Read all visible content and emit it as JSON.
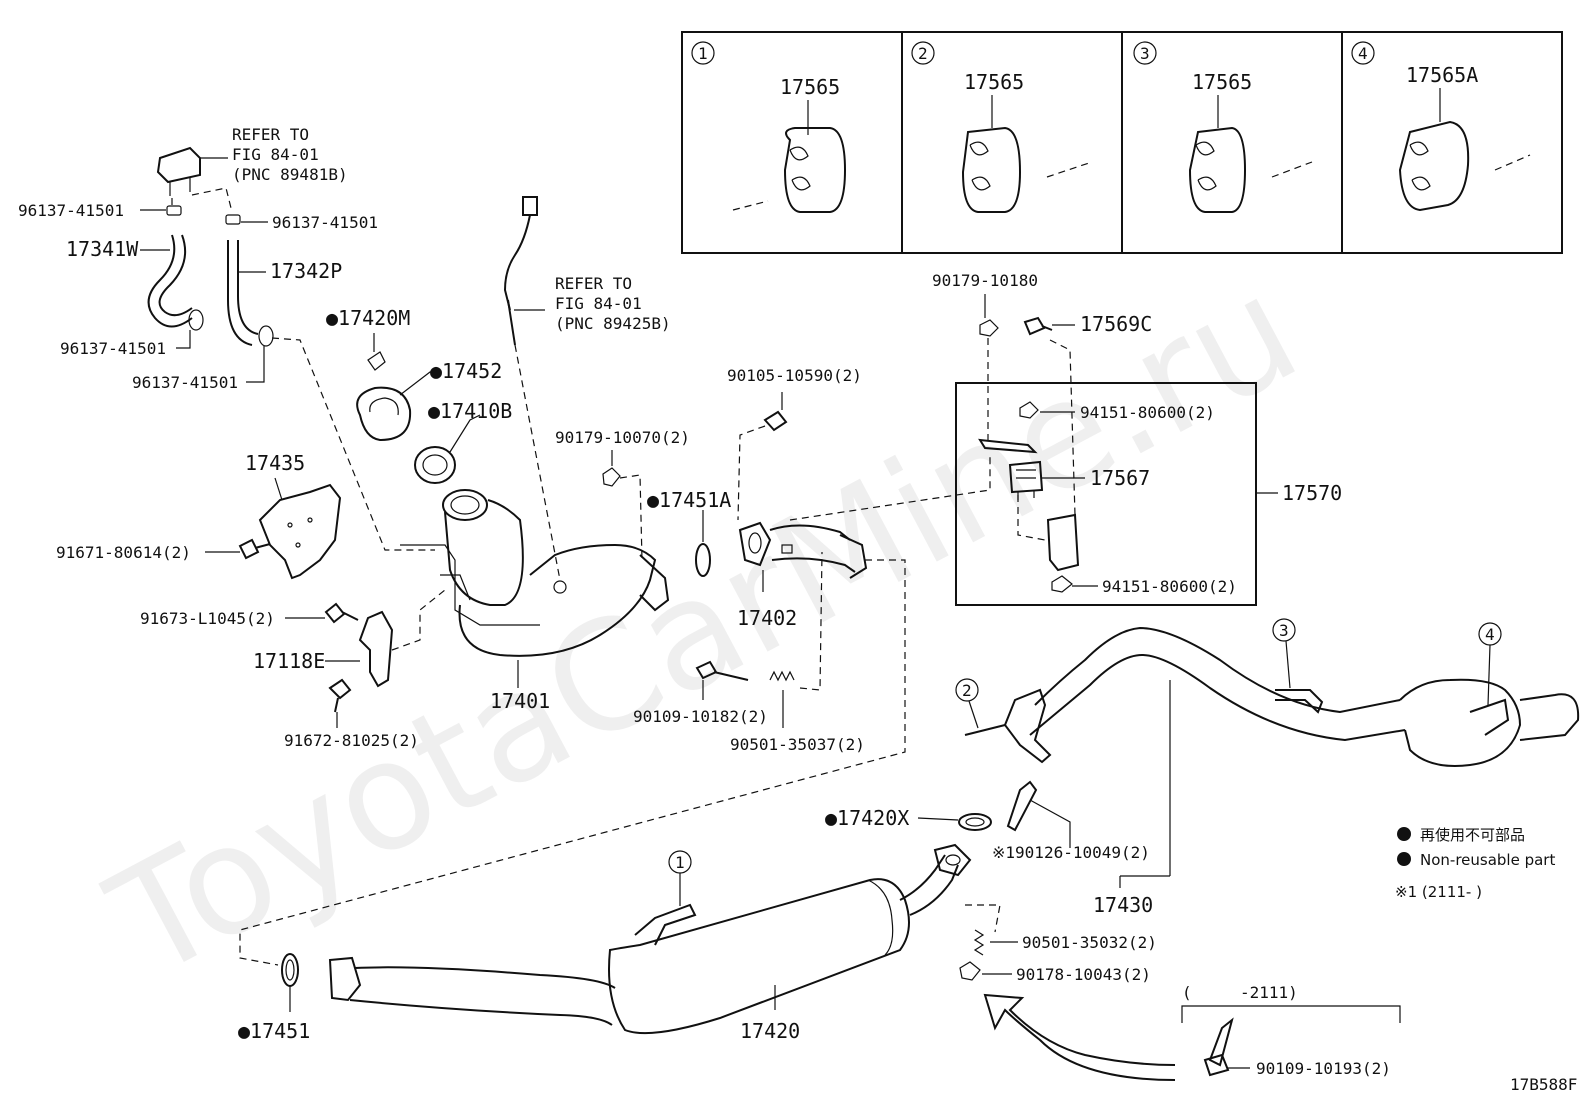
{
  "watermark": "ToyotaCarMine.ru",
  "figure_code": "17B588F",
  "legend": {
    "nonreusable_jp": "再使用不可部品",
    "nonreusable_en": "Non-reusable part",
    "note1": "※1 (2111-    )",
    "range_prefix": "(",
    "range_suffix": "-2111)"
  },
  "insets": [
    {
      "num": "1",
      "part": "17565"
    },
    {
      "num": "2",
      "part": "17565"
    },
    {
      "num": "3",
      "part": "17565"
    },
    {
      "num": "4",
      "part": "17565A"
    }
  ],
  "refs": {
    "ref1_line1": "REFER TO",
    "ref1_line2": "FIG 84-01",
    "ref1_line3": "(PNC 89481B)",
    "ref2_line1": "REFER TO",
    "ref2_line2": "FIG 84-01",
    "ref2_line3": "(PNC 89425B)"
  },
  "callouts": {
    "c1": "1",
    "c2": "2",
    "c3": "3",
    "c4": "4"
  },
  "labels": {
    "p96137_a": "96137-41501",
    "p96137_b": "96137-41501",
    "p96137_c": "96137-41501",
    "p96137_d": "96137-41501",
    "p17341W": "17341W",
    "p17342P": "17342P",
    "p17420M": "●17420M",
    "p17452": "●17452",
    "p17410B": "●17410B",
    "p17435": "17435",
    "p91671": "91671-80614(2)",
    "p91673": "91673-L1045(2)",
    "p17118E": "17118E",
    "p91672": "91672-81025(2)",
    "p17401": "17401",
    "p90179_70": "90179-10070(2)",
    "p17451A": "●17451A",
    "p90105": "90105-10590(2)",
    "p17402": "17402",
    "p90109_82": "90109-10182(2)",
    "p90501_37": "90501-35037(2)",
    "p90179_80": "90179-10180",
    "p17569C": "17569C",
    "p94151_a": "94151-80600(2)",
    "p17567": "17567",
    "p94151_b": "94151-80600(2)",
    "p17570": "17570",
    "p17420X": "●17420X",
    "p90126": "※190126-10049(2)",
    "p17430": "17430",
    "p90501_32": "90501-35032(2)",
    "p90178": "90178-10043(2)",
    "p17451": "●17451",
    "p17420": "17420",
    "p90109_93": "90109-10193(2)"
  }
}
